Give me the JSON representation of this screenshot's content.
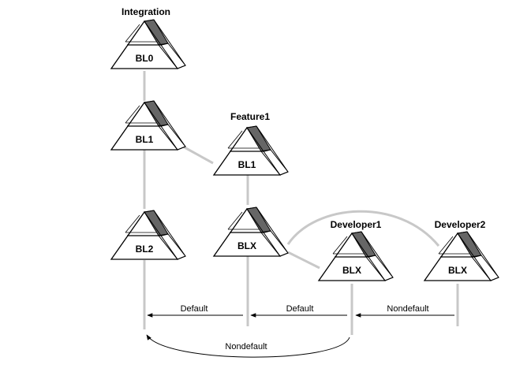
{
  "streams": {
    "integration": "Integration",
    "feature1": "Feature1",
    "developer1": "Developer1",
    "developer2": "Developer2"
  },
  "baselines": {
    "bl0": "BL0",
    "bl1_integration": "BL1",
    "bl1_feature": "BL1",
    "bl2": "BL2",
    "blx_feature": "BLX",
    "blx_dev1": "BLX",
    "blx_dev2": "BLX"
  },
  "deliveries": {
    "feature_to_integration": "Default",
    "dev1_to_feature": "Default",
    "dev2_to_dev1": "Nondefault",
    "dev1_to_integration": "Nondefault"
  },
  "colors": {
    "connector": "#c8c8c8",
    "shade": "#666666",
    "arrow": "#000000"
  }
}
